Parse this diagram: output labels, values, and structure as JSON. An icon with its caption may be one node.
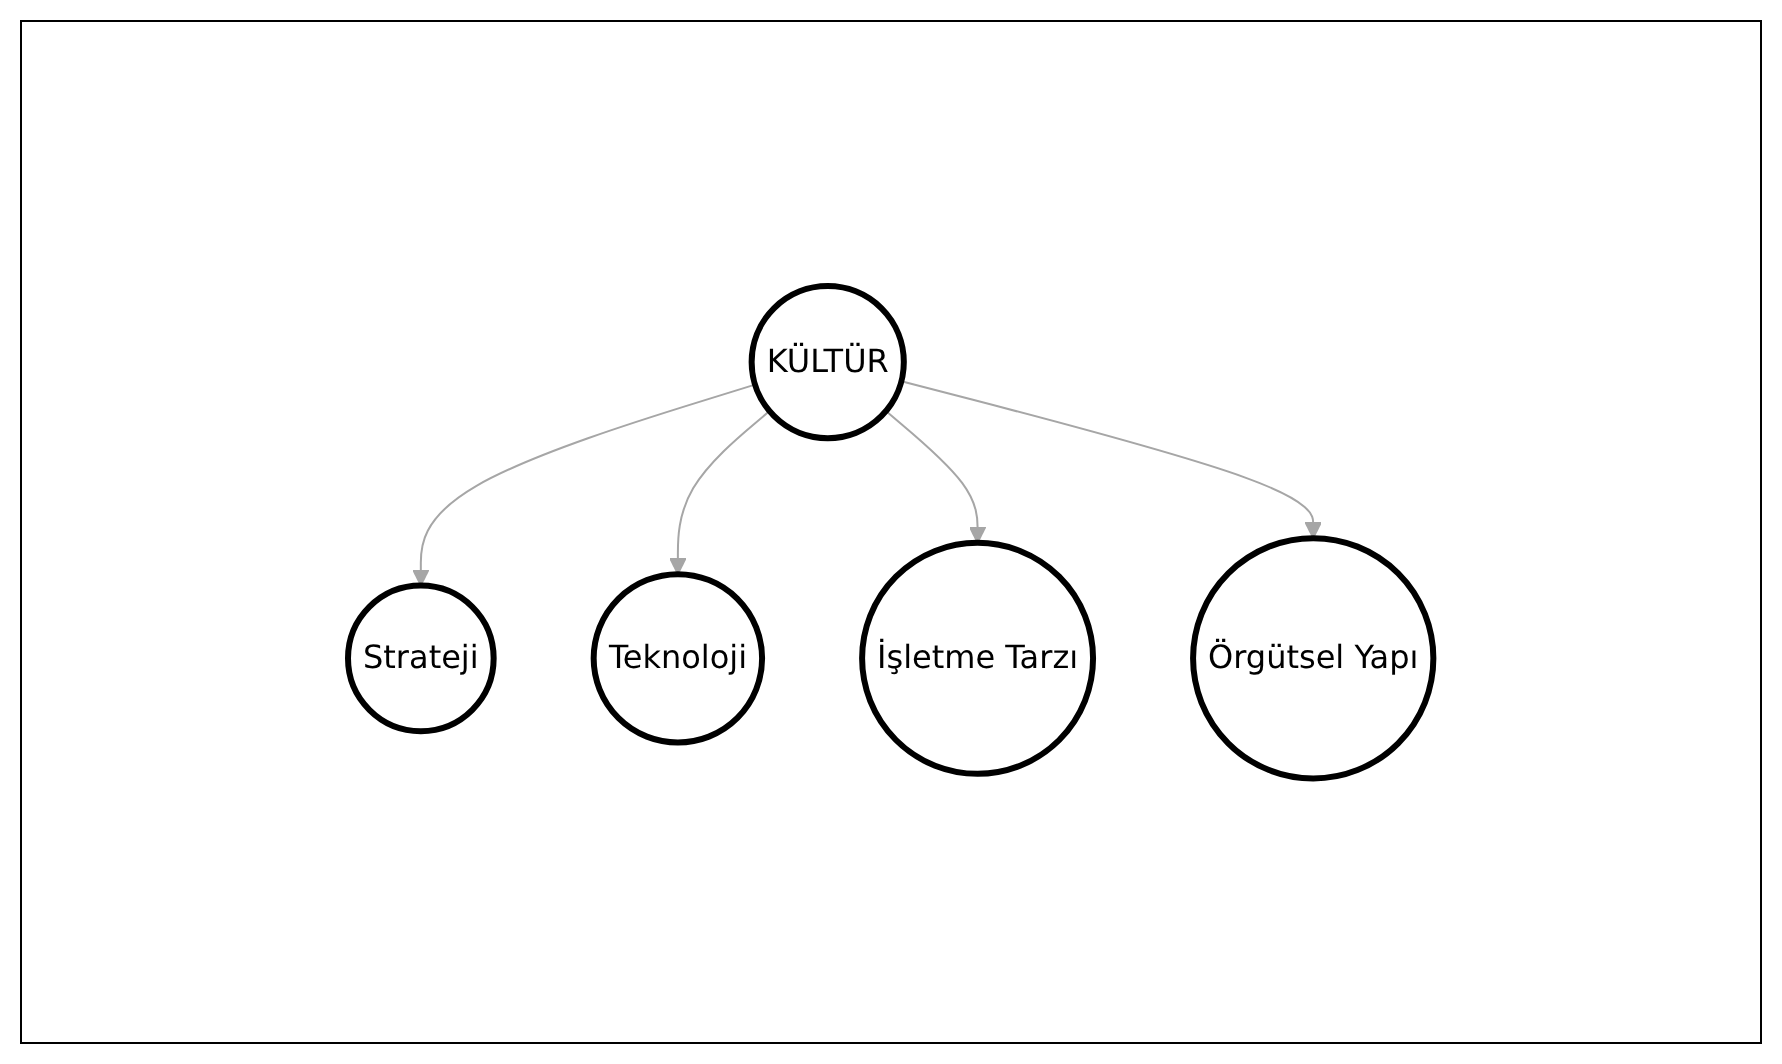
{
  "diagram": {
    "nodes": [
      {
        "text": [
          "Strateji"
        ]
      },
      {
        "text": [
          "Teknoloji"
        ]
      },
      {
        "text": [
          "KÜLTÜR"
        ]
      },
      {
        "text": [
          "İşletme Tarzı"
        ]
      },
      {
        "text": [
          "Örgütsel Yapı"
        ]
      }
    ],
    "edges": [
      {
        "from": 2,
        "to": 0,
        "arrow": "to",
        "color": "#a6a6a6"
      },
      {
        "from": 2,
        "to": 1,
        "arrow": "to",
        "color": "#a6a6a6"
      },
      {
        "from": 2,
        "to": 3,
        "arrow": "to",
        "color": "#a6a6a6"
      },
      {
        "from": 2,
        "to": 4,
        "arrow": "to",
        "color": "#a6a6a6"
      }
    ]
  }
}
